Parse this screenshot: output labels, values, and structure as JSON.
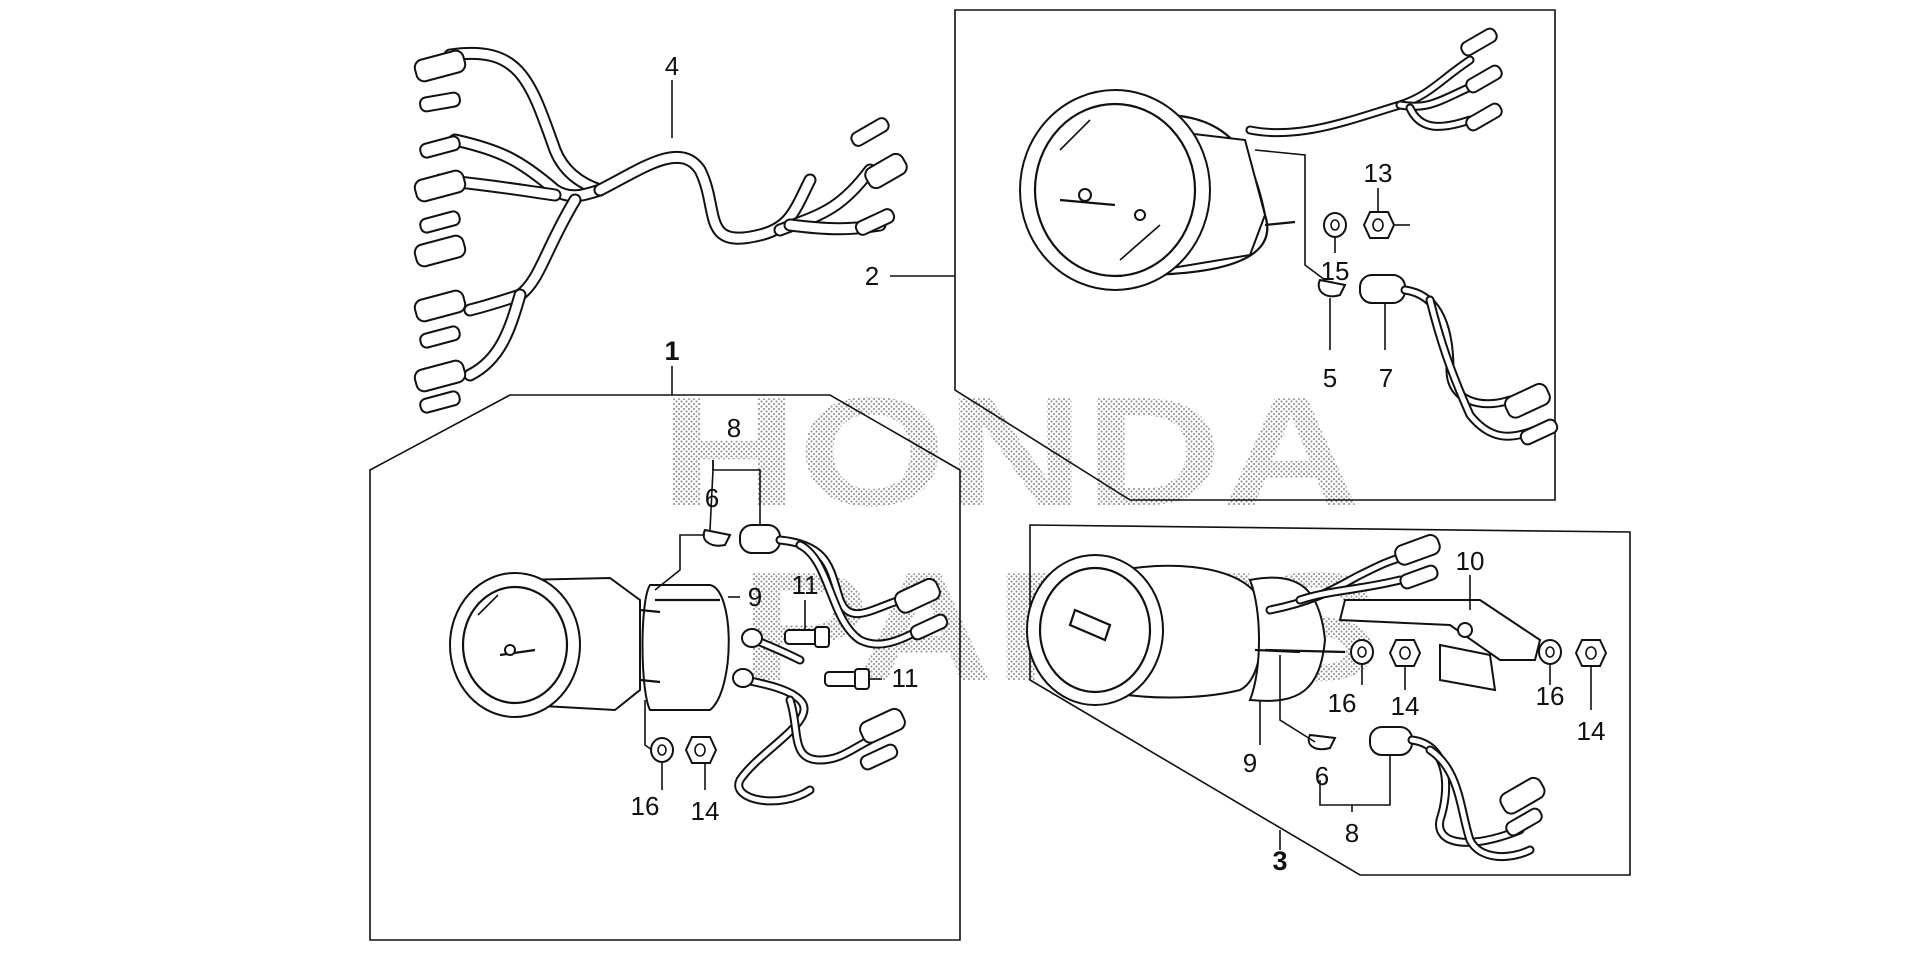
{
  "watermark": {
    "line1": "HONDA",
    "line2": "PARTS"
  },
  "callouts": {
    "c1": "1",
    "c2": "2",
    "c3": "3",
    "c4": "4",
    "c5": "5",
    "c6a": "6",
    "c6b": "6",
    "c7": "7",
    "c8a": "8",
    "c8b": "8",
    "c9a": "9",
    "c9b": "9",
    "c10": "10",
    "c11a": "11",
    "c11b": "11",
    "c13": "13",
    "c14a": "14",
    "c14b": "14",
    "c14c": "14",
    "c15": "15",
    "c16a": "16",
    "c16b": "16",
    "c16c": "16"
  }
}
